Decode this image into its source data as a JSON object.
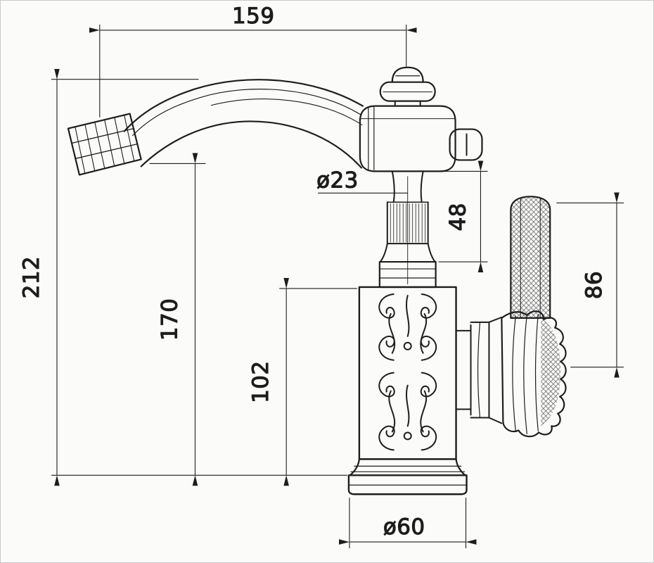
{
  "colors": {
    "ink": "#1d1d1d",
    "background": "#fbfbfa",
    "border": "#c9c9c9"
  },
  "dimensions": {
    "spout_reach": "159",
    "overall_height": "212",
    "spout_outlet_height": "170",
    "upper_body_height": "102",
    "neck_diameter": "ø23",
    "neck_section_height": "48",
    "handle_height": "86",
    "base_diameter": "ø60"
  }
}
